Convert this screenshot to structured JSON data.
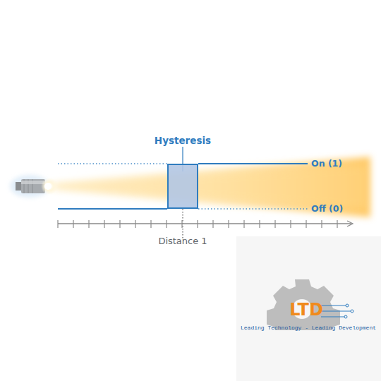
{
  "diagram": {
    "nodes": [
      {
        "text": [
          "Hysteresis"
        ]
      }
    ],
    "labels": [
      "On (1)",
      "Off (0)",
      "Distance 1",
      "LTD",
      "Leading Technology - Leading Development"
    ]
  }
}
